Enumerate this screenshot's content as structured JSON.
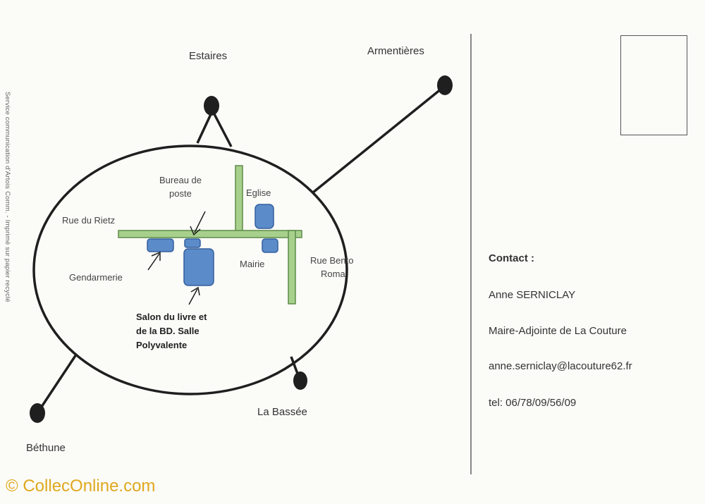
{
  "map": {
    "towns": {
      "estaires": "Estaires",
      "armentieres": "Armentières",
      "bethune": "Béthune",
      "la_bassee": "La Bassée"
    },
    "streets": {
      "rue_du_rietz": "Rue du Rietz",
      "rue_bento_roma": [
        "Rue Bento",
        "Roma"
      ]
    },
    "places": {
      "bureau_de_poste": [
        "Bureau de",
        "poste"
      ],
      "eglise": "Eglise",
      "mairie": "Mairie",
      "gendarmerie": "Gendarmerie",
      "salon": [
        "Salon du livre et",
        "de la BD. Salle",
        "Polyvalente"
      ]
    },
    "colors": {
      "road_fill": "#a8d08d",
      "road_stroke": "#5c8c48",
      "building_fill": "#5b8bc9",
      "building_stroke": "#34609e",
      "line": "#1f1f1f"
    }
  },
  "side_credit": "Service communication d'Artois Comm. - Imprimé sur papier recyclé",
  "contact": {
    "heading": "Contact :",
    "name": "Anne SERNICLAY",
    "role": "Maire-Adjointe de La Couture",
    "email": "anne.serniclay@lacouture62.fr",
    "phone": "tel: 06/78/09/56/09"
  },
  "watermark": "© CollecOnline.com"
}
